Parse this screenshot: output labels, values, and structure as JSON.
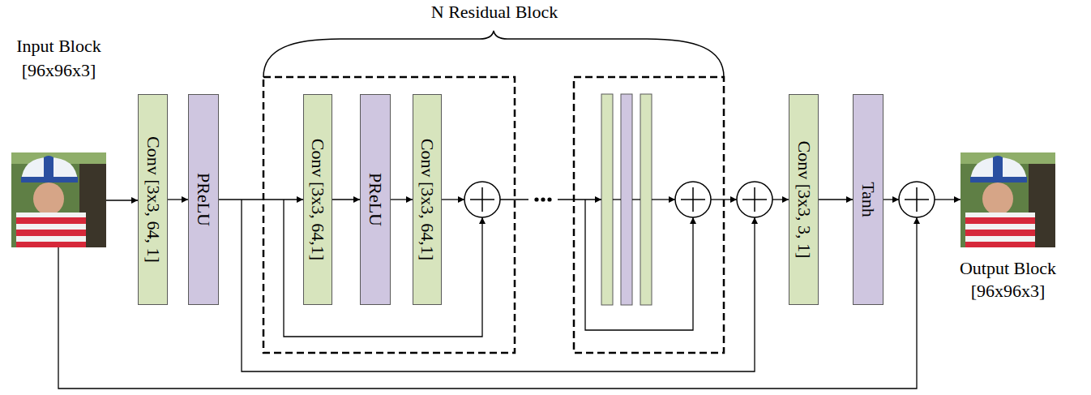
{
  "diagram": {
    "nodes": [
      {
        "text": [
          "Input Block",
          "[96x96x3]"
        ]
      },
      {
        "text": [
          "Conv [3x3, 64, 1]"
        ]
      },
      {
        "text": [
          "PReLU"
        ]
      },
      {
        "text": [
          "Conv [3x3, 64,1]"
        ]
      },
      {
        "text": [
          "PReLU"
        ]
      },
      {
        "text": [
          "Conv [3x3, 64,1]"
        ]
      },
      {
        "text": [
          "Conv [3x3, 3, 1]"
        ]
      },
      {
        "text": [
          "Tanh"
        ]
      },
      {
        "text": [
          "Output Block",
          "[96x96x3]"
        ]
      }
    ],
    "edges": [
      {
        "from": 0,
        "to": 1,
        "arrow": "to"
      },
      {
        "from": 1,
        "to": 2,
        "arrow": "to"
      },
      {
        "from": 2,
        "to": 3,
        "arrow": "to"
      },
      {
        "from": 3,
        "to": 4,
        "arrow": "to"
      },
      {
        "from": 4,
        "to": 5,
        "arrow": "to"
      },
      {
        "from": 6,
        "to": 7,
        "arrow": "to"
      }
    ],
    "labels": [
      "N Residual Block"
    ]
  }
}
